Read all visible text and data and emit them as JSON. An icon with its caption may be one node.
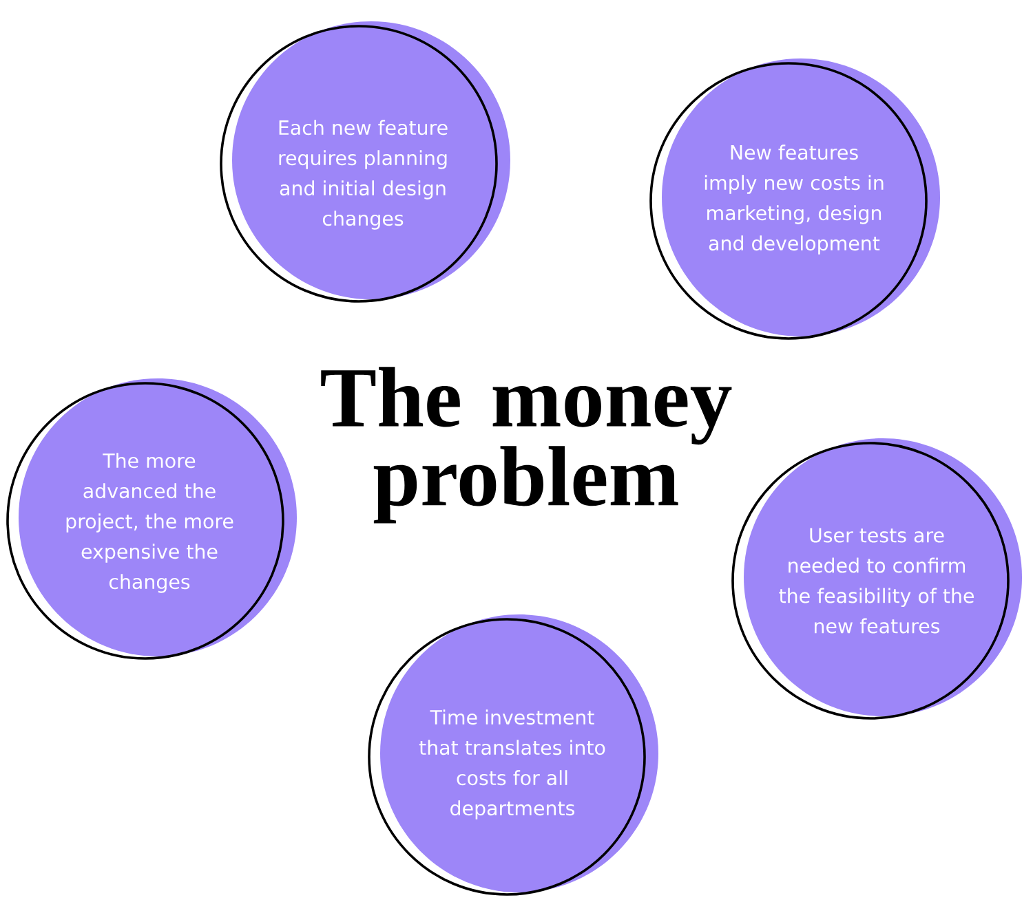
{
  "diagram": {
    "title": "The money problem",
    "nodes": [
      {
        "text": [
          "Each new feature requires planning and initial design changes"
        ]
      },
      {
        "text": [
          "New features imply new costs in marketing, design and development"
        ]
      },
      {
        "text": [
          "The more advanced the project, the more expensive the changes"
        ]
      },
      {
        "text": [
          "User tests are needed to confirm the feasibility of the new features"
        ]
      },
      {
        "text": [
          "Time investment that translates into costs for all departments"
        ]
      }
    ]
  }
}
